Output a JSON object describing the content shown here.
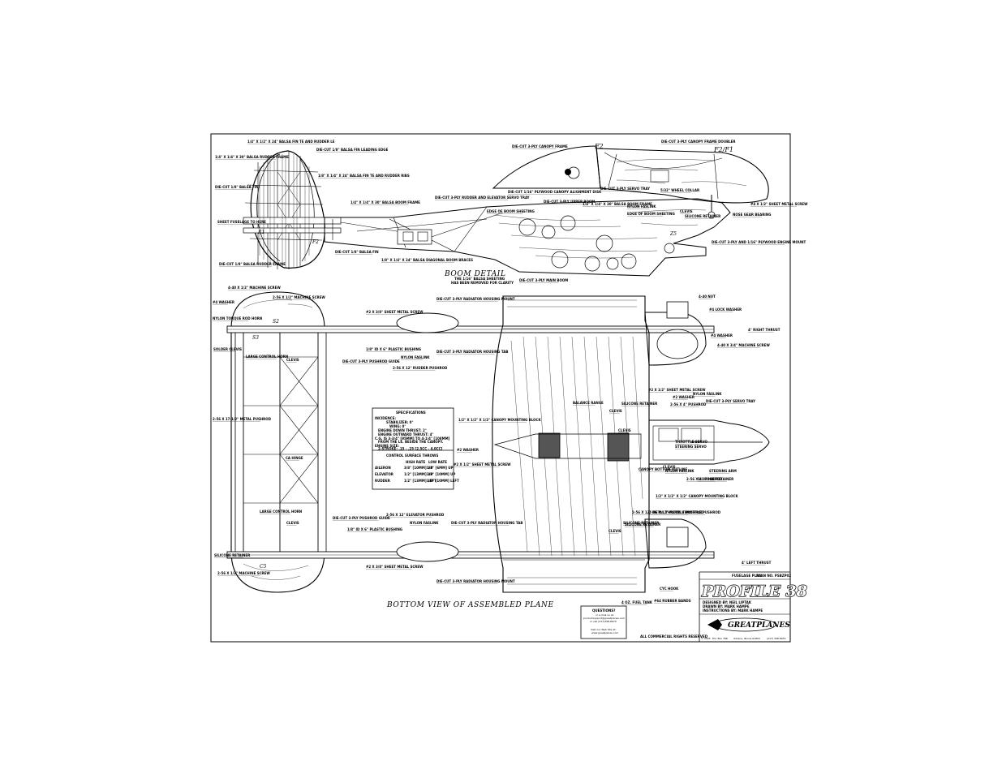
{
  "title_block": {
    "plan_name": "FUSELAGE PLAN",
    "plan_no": "PLAN NO. PSBZP02",
    "title": "PROFILE 38",
    "designed_by": "DESIGNED BY: NEIL LIPTAK",
    "drawn_by": "DRAWN BY: MARK HAMPE",
    "instructions_by": "INSTRUCTIONS BY: MARK HAMPE",
    "brand": "GREATPLANES",
    "copyright": "© 2003",
    "address": "P.O. Box 788",
    "city": "Urbana, Illinois 61803",
    "phone": "(217) 398-8970",
    "rights": "ALL COMMERCIAL RIGHTS RESERVED"
  },
  "questions_box": {
    "heading": "QUESTIONS?",
    "line1": "or e-mail us at:",
    "line2": "productsupport@greatplanes.com",
    "line3": "or call (217)398-8970",
    "line4": "Visit our Web Site at:",
    "line5": "www.greatplanes.com"
  },
  "captions": {
    "boom_detail": "BOOM DETAIL",
    "boom_note1": "THE 1/16\" BALSA SHEETING",
    "boom_note2": "HAS BEEN REMOVED FOR CLARITY",
    "bottom_view": "BOTTOM VIEW OF ASSEMBLED PLANE"
  },
  "specifications": {
    "heading": "SPECIFICATIONS",
    "incidence": "INCIDENCE:",
    "stab": "STABILIZER: 0°",
    "wing": "WING: 0°",
    "down_thrust": "ENGINE DOWN THRUST: 2°",
    "out_thrust": "ENGINE OUTWARD THRUST: 4°",
    "cg1": "C.G. IS 3-3/4\" [95MM] TO 4-1/4\" [108MM]",
    "cg2": "FROM THE LE. BESIDE THE CANOPY.",
    "engine_size": "ENGINE SIZE:",
    "stroke": "2-STROKE: .15 - .25 [2.5CC - 4.0CC]"
  },
  "throws": {
    "heading": "CONTROL SURFACE THROWS",
    "col_high": "HIGH RATE",
    "col_low": "LOW RATE",
    "rows": [
      {
        "name": "AILERON",
        "high": "3/8\" [10MM] UP",
        "low": "1/4\" [6MM] UP"
      },
      {
        "name": "ELEVATOR",
        "high": "1/2\" [13MM] UP",
        "low": "3/8\" [10MM] UP"
      },
      {
        "name": "RUDDER",
        "high": "1/2\" [13MM] LEFT",
        "low": "3/8\" [10MM] LEFT"
      }
    ]
  },
  "tail_labels": [
    "1/4\" X 1/2\" X 24\" BALSA FIN TE AND RUDDER LE",
    "DIE-CUT 1/8\" BALSA FIN LEADING EDGE",
    "1/4\" X 1/4\" X 30\" BALSA RUDDER FRAME",
    "1/8\" X 1/4\" X 24\" BALSA FIN TE AND RUDDER RIBS",
    "DIE-CUT 1/8\" BALSA FIN",
    "SHEET FUSELAGE TO HERE",
    "DIE-CUT 1/8\" BALSA RUDDER FRAME",
    "DIE-CUT 1/8\" BALSA FIN"
  ],
  "boom_labels": [
    "1/4\" X 1/4\" X 30\" BALSA BOOM FRAME",
    "DIE-CUT 3-PLY RUDDER AND ELEVATOR SERVO TRAY",
    "DIE-CUT 3-PLY UPPER BOOM",
    "EDGE OF BOOM SHEETING",
    "1/4\" X 1/4\" X 30\" BALSA BOOM FRAME",
    "1/8\" X 1/4\" X 24\" BALSA DIAGONAL BOOM BRACES",
    "DIE-CUT 3-PLY MAIN BOOM"
  ],
  "canopy_labels": [
    "DIE-CUT 3-PLY CANOPY FRAME",
    "DIE-CUT 3-PLY CANOPY FRAME DOUBLER",
    "DIE-CUT 1/16\" PLYWOOD CANOPY ALIGNMENT DISK",
    "DIE-CUT 3-PLY SERVO TRAY",
    "5/32\" WHEEL COLLAR",
    "#4 X 1/2\" SHEET METAL SCREW",
    "NYLON FASLINK",
    "EDGE OF BOOM SHEETING",
    "CLEVIS",
    "SILICONE RETAINER",
    "NOSE GEAR BEARING",
    "DIE-CUT 3-PLY AND 1/16\" PLYWOOD ENGINE MOUNT"
  ],
  "parts_labels": [
    "4-40 X 1/2\" MACHINE SCREW",
    "2-56 X 1/2\" MACHINE SCREW",
    "#4 WASHER",
    "NYLON TORQUE ROD HORN",
    "SOLDER CLEVIS",
    "LARGE CONTROL HORN",
    "CLEVIS",
    "2-56 X 17-1/2\" METAL PUSHROD",
    "CA HINGE",
    "LARGE CONTROL HORN",
    "CLEVIS",
    "SILICONE RETAINER",
    "2-56 X 1/2\" MACHINE SCREW",
    "#2 X 3/8\" SHEET METAL SCREW",
    "DIE-CUT 3-PLY RADIATOR HOUSING MOUNT",
    "1/8\" ID X 6\" PLASTIC BUSHING",
    "DIE-CUT 3-PLY PUSHROD GUIDE",
    "NYLON FASLINK",
    "DIE-CUT 3-PLY RADIATOR HOUSING TAB",
    "2-56 X 12\" RUDDER PUSHROD",
    "2-56 X 12\" ELEVATOR PUSHROD",
    "DIE-CUT 3-PLY PUSHROD GUIDE",
    "1/8\" ID X 6\" PLASTIC BUSHING",
    "NYLON FASLINK",
    "DIE-CUT 3-PLY RADIATOR HOUSING TAB",
    "#2 X 3/8\" SHEET METAL SCREW",
    "DIE-CUT 3-PLY RADIATOR HOUSING MOUNT",
    "1/2\" X 1/2\" X 1/2\" CANOPY MOUNTING BLOCK",
    "#2 WASHER",
    "#2 X 1/2\" SHEET METAL SCREW",
    "BALANCE RANGE",
    "CLEVIS",
    "CLEVIS",
    "CANOPY BOTTOM OUTLINE",
    "2-56 X 12\" METAL THROTTLE PUSHROD",
    "SILICONE RETAINER",
    "4-40 NUT",
    "#4 LOCK WASHER",
    "#4 WASHER",
    "4-40 X 3/4\" MACHINE SCREW",
    "4° RIGHT THRUST",
    "SILICONE RETAINER",
    "#2 X 1/2\" SHEET METAL SCREW",
    "#2 WASHER",
    "NYLON FASLINK",
    "DIE-CUT 3-PLY SERVO TRAY",
    "2-56 X 4\" PUSHROD",
    "THROTTLE SERVO",
    "STEERING SERVO",
    "CLEVIS",
    "NYLON FASLINK",
    "STEERING ARM",
    "2-56 X 4\" PUSHROD",
    "SILICONE RETAINER",
    "1/2\" X 1/2\" X 1/2\" CANOPY MOUNTING BLOCK",
    "2-56 X 12\" METAL THROTTLE PUSHROD",
    "SILICONE RETAINER",
    "CLEVIS",
    "4° LEFT THRUST",
    "4 OZ. FUEL TANK",
    "CYC HOOK",
    "#64 RUBBER BANDS"
  ],
  "part_tags": [
    "F2",
    "F2/F1",
    "F2",
    "R1",
    "S2",
    "S3",
    "C5",
    "Z5"
  ]
}
